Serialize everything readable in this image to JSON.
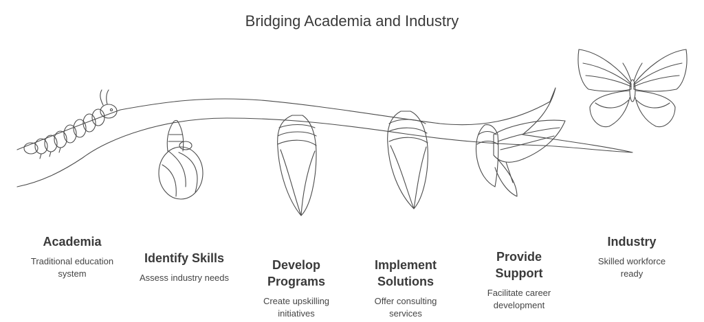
{
  "title": "Bridging Academia and Industry",
  "stages": [
    {
      "heading": "Academia",
      "description": "Traditional education system",
      "icon": "caterpillar-icon"
    },
    {
      "heading": "Identify Skills",
      "description": "Assess industry needs",
      "icon": "coiled-pupa-icon"
    },
    {
      "heading": "Develop Programs",
      "description": "Create upskilling initiatives",
      "icon": "chrysalis-icon"
    },
    {
      "heading": "Implement Solutions",
      "description": "Offer consulting services",
      "icon": "chrysalis-icon"
    },
    {
      "heading": "Provide Support",
      "description": "Facilitate career development",
      "icon": "emerging-butterfly-icon"
    },
    {
      "heading": "Industry",
      "description": "Skilled workforce ready",
      "icon": "butterfly-icon"
    }
  ]
}
